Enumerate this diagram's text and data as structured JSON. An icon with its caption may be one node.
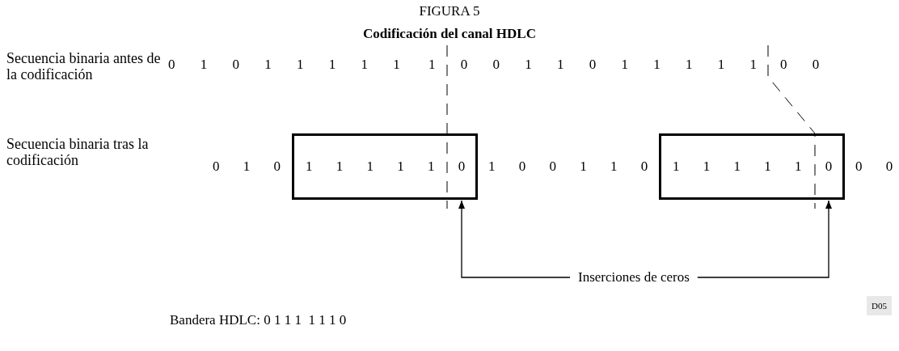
{
  "diagram": {
    "title": "FIGURA 5",
    "nodes": [
      {
        "text": [
          "1 1 1 1 1"
        ]
      },
      {
        "text": [
          "0"
        ],
        "in": 0
      },
      {
        "text": [
          "1 1 1 1 1"
        ]
      },
      {
        "text": [
          "0"
        ],
        "in": 2
      },
      {
        "text": [
          "Inserciones de ceros"
        ]
      }
    ],
    "edges": [
      {
        "from": 4,
        "to": 1,
        "arrow": "to"
      },
      {
        "from": 4,
        "to": 3,
        "arrow": "to"
      }
    ],
    "labels": [
      "Codificación del canal HDLC",
      "Secuencia binaria antes de la codificación",
      "0 1 0 1 1 1 1 1",
      "1 0 0 1 1 0 1 1 1 1 1",
      "0 0",
      "Secuencia binaria tras la codificación",
      "0 1 0",
      "1 0 0 1 1 0",
      "0 0",
      "D05",
      "Bandera HDLC: 0 1 1 1  1 1 1 0"
    ]
  }
}
